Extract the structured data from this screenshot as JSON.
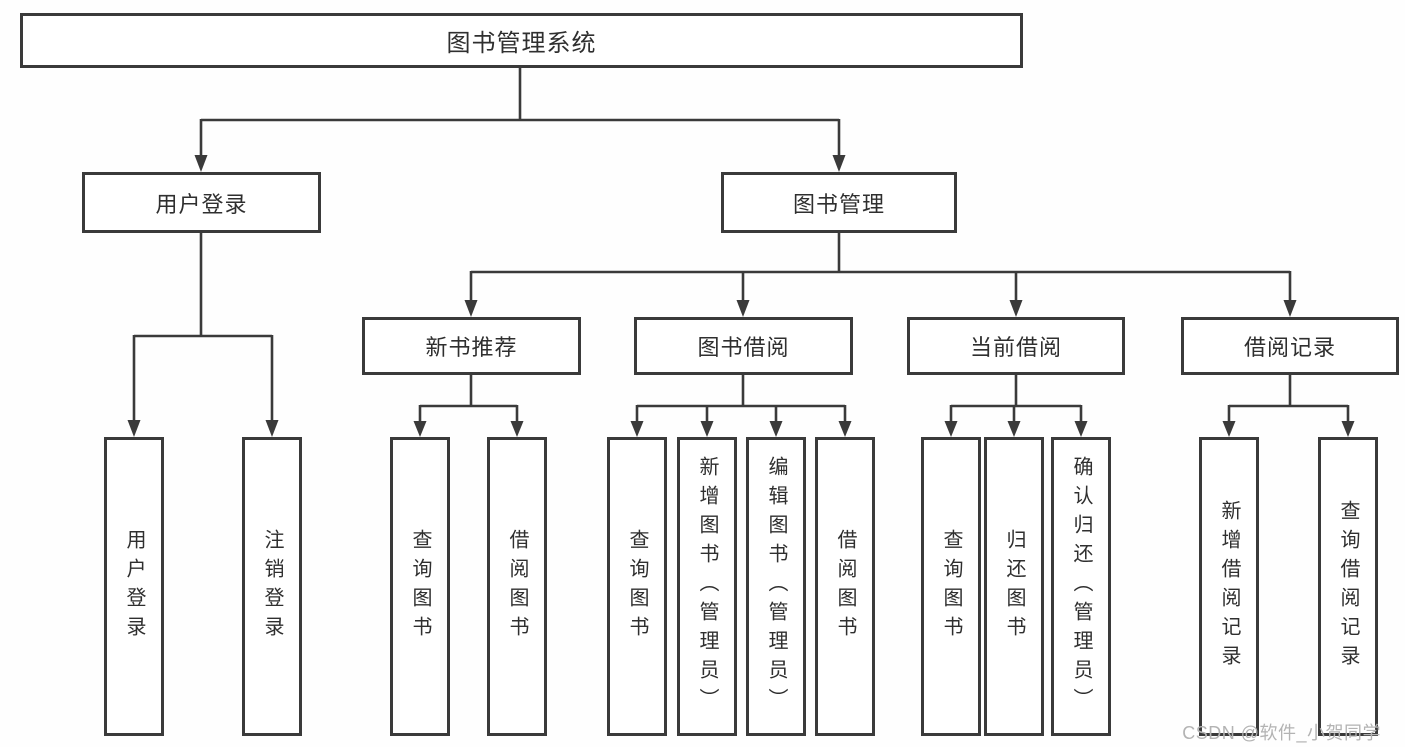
{
  "colors": {
    "line": "#3a3a3a",
    "text": "#2f2f2f",
    "box_background": "#ffffff",
    "watermark": "#b3b3b3"
  },
  "diagram": {
    "root": {
      "label": "图书管理系统"
    },
    "level2": [
      {
        "label": "用户登录"
      },
      {
        "label": "图书管理"
      }
    ],
    "level3": [
      {
        "label": "新书推荐"
      },
      {
        "label": "图书借阅"
      },
      {
        "label": "当前借阅"
      },
      {
        "label": "借阅记录"
      }
    ],
    "leaves": [
      {
        "label": "用户登录"
      },
      {
        "label": "注销登录"
      },
      {
        "label": "查询图书"
      },
      {
        "label": "借阅图书"
      },
      {
        "label": "查询图书"
      },
      {
        "label": "新增图书（管理员）"
      },
      {
        "label": "编辑图书（管理员）"
      },
      {
        "label": "借阅图书"
      },
      {
        "label": "查询图书"
      },
      {
        "label": "归还图书"
      },
      {
        "label": "确认归还（管理员）"
      },
      {
        "label": "新增借阅记录"
      },
      {
        "label": "查询借阅记录"
      }
    ]
  },
  "watermark": "CSDN @软件_小贺同学"
}
